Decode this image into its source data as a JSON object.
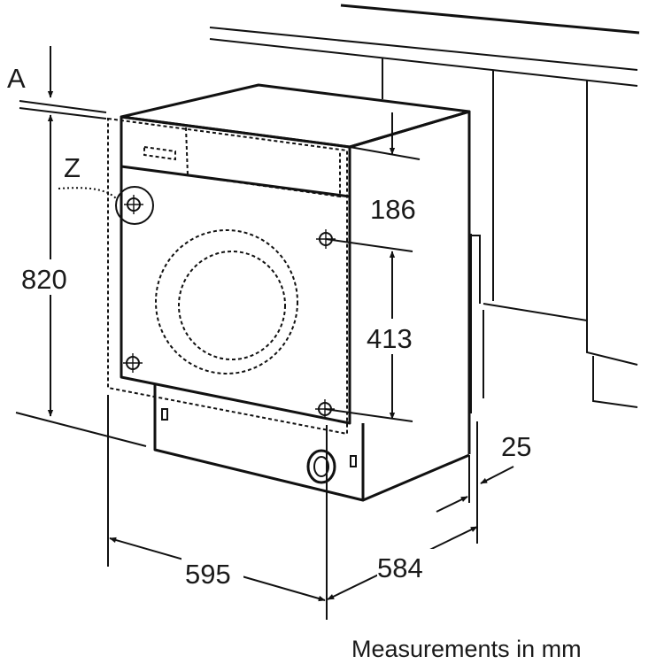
{
  "labels": {
    "ref_a": "A",
    "ref_z": "Z",
    "height": "820",
    "depth_top": "186",
    "door_height": "413",
    "width": "595",
    "depth": "584",
    "offset": "25"
  },
  "caption": "Measurements in mm"
}
